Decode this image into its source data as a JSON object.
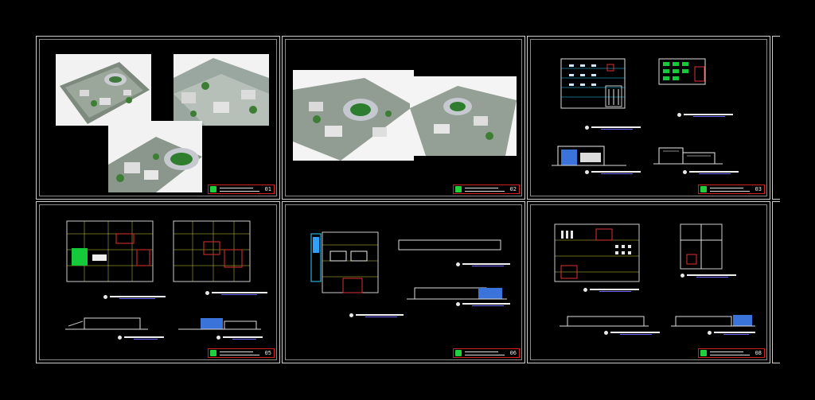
{
  "sheets": [
    {
      "number": "01"
    },
    {
      "number": "02"
    },
    {
      "number": "03"
    },
    {
      "number": "05"
    },
    {
      "number": "06"
    },
    {
      "number": "08"
    }
  ],
  "colors": {
    "background": "#000000",
    "sheet_border": "#cfcfcf",
    "title_block": "#d02020",
    "logo": "#1fd13c",
    "label_underline": "#6a6aff"
  }
}
